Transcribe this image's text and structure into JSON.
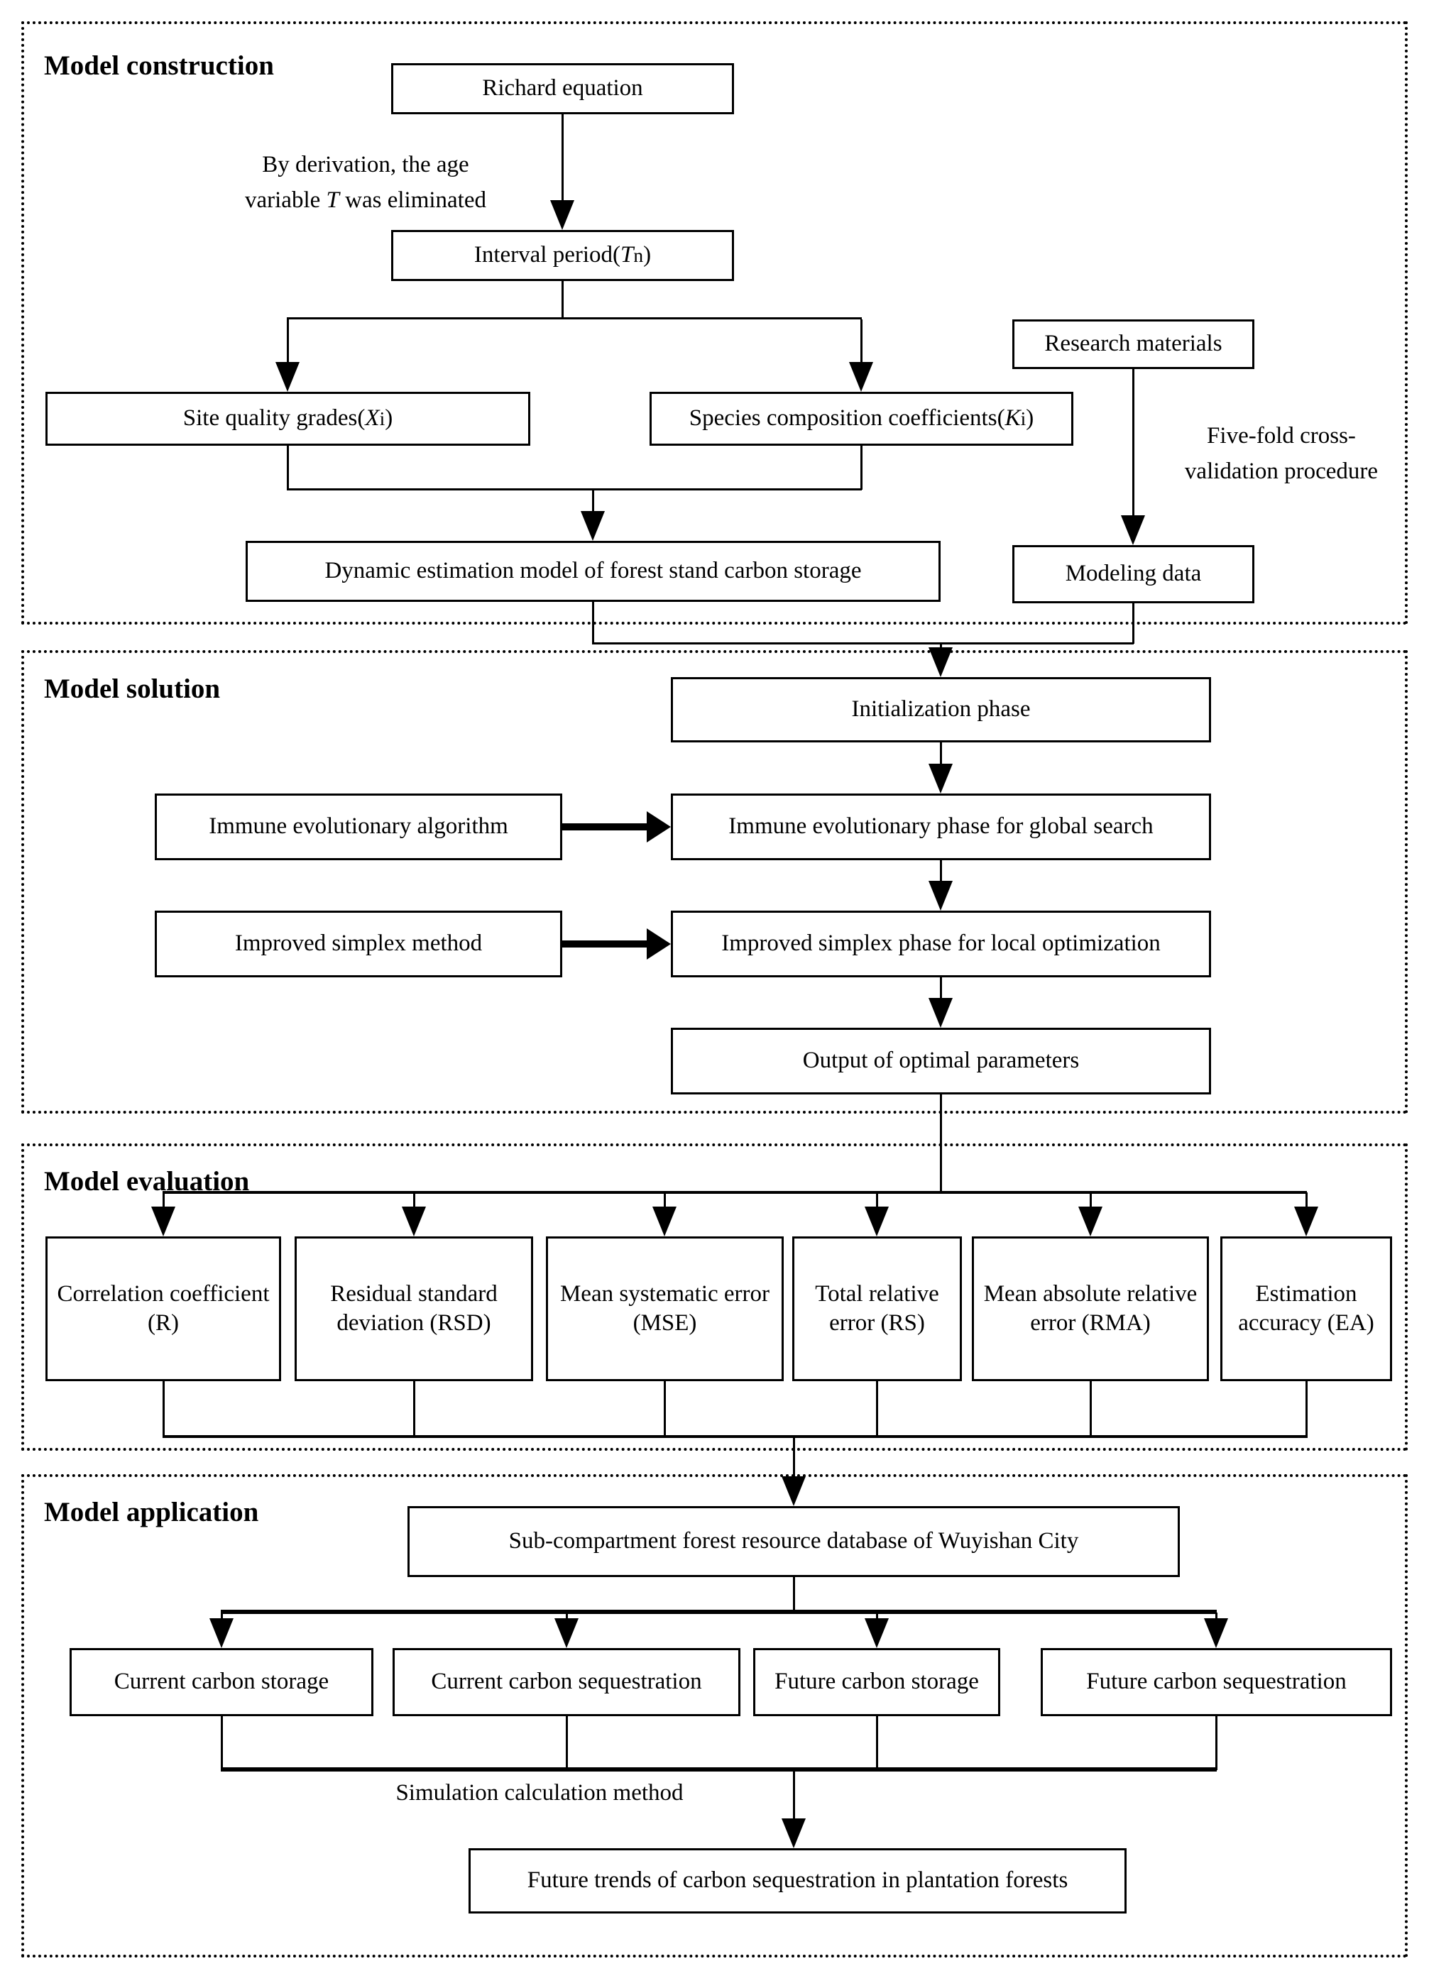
{
  "panels": {
    "construction": {
      "label": "Model construction"
    },
    "solution": {
      "label": "Model solution"
    },
    "evaluation": {
      "label": "Model evaluation"
    },
    "application": {
      "label": "Model application"
    }
  },
  "construction": {
    "richard": "Richard equation",
    "derivation_note": {
      "line1": "By derivation, the age",
      "line2": "variable *T* was eliminated"
    },
    "interval": "Interval period(*T*_{n})",
    "site": "Site quality grades(*X*_{i})",
    "species": "Species composition coefficients(*K*_{i})",
    "dynamic": "Dynamic estimation model of forest stand carbon storage",
    "research": "Research materials",
    "validation_note": {
      "line1": "Five-fold cross-",
      "line2": "validation procedure"
    },
    "modeling": "Modeling data"
  },
  "solution": {
    "initialization": "Initialization phase",
    "immune_algorithm": "Immune evolutionary algorithm",
    "immune_phase": "Immune evolutionary phase for global search",
    "simplex_method": "Improved simplex method",
    "simplex_phase": "Improved simplex phase for local optimization",
    "output": "Output of optimal parameters"
  },
  "evaluation": {
    "metrics": [
      "Correlation coefficient (R)",
      "Residual standard deviation (RSD)",
      "Mean systematic error (MSE)",
      "Total relative error (RS)",
      "Mean absolute relative error (RMA)",
      "Estimation accuracy (EA)"
    ]
  },
  "application": {
    "database": "Sub-compartment forest resource database of Wuyishan City",
    "outputs": [
      "Current carbon storage",
      "Current carbon sequestration",
      "Future carbon storage",
      "Future carbon sequestration"
    ],
    "simulation_note": "Simulation calculation method",
    "future_trends": "Future trends of carbon sequestration in plantation forests"
  },
  "colors": {
    "line": "#000000",
    "background": "#ffffff"
  }
}
